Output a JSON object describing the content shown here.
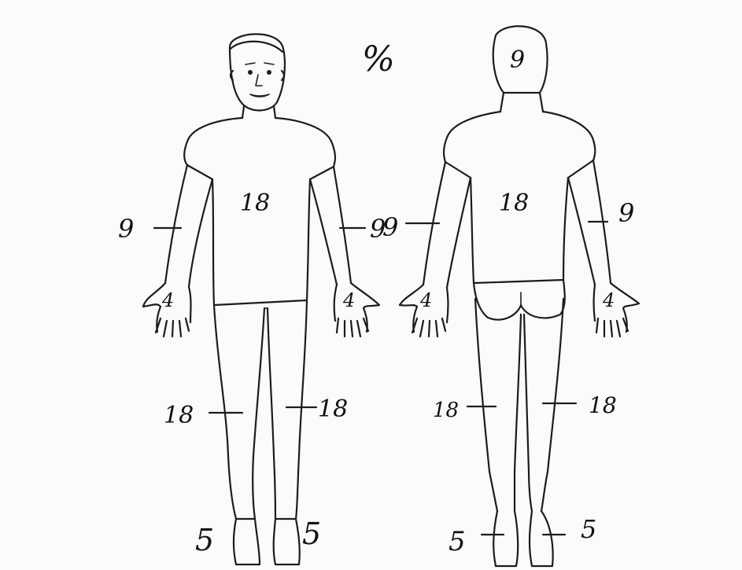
{
  "header": {
    "unit_symbol": "%"
  },
  "front": {
    "chest": "18",
    "arm_left": "9",
    "arm_right": "9",
    "hand_left": "4",
    "hand_right": "4",
    "leg_left": "18",
    "leg_right": "18",
    "foot_left": "5",
    "foot_right": "5"
  },
  "back": {
    "head": "9",
    "back": "18",
    "arm_left": "9",
    "arm_right": "9",
    "hand_left": "4",
    "hand_right": "4",
    "leg_left": "18",
    "leg_right": "18",
    "foot_left": "5",
    "foot_right": "5"
  },
  "colors": {
    "ink": "#1c1c1c",
    "paper": "#fbfbf9"
  }
}
